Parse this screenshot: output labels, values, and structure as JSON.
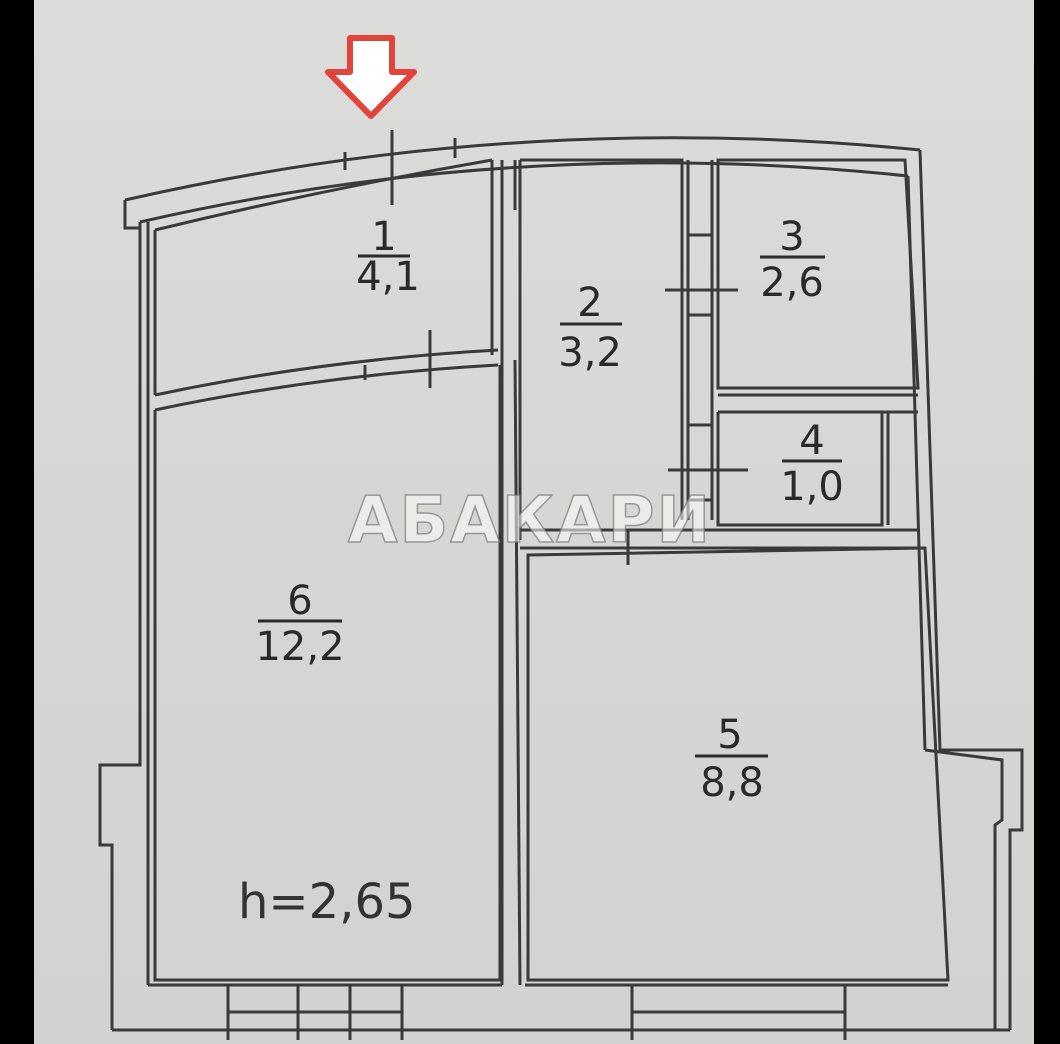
{
  "rooms": [
    {
      "number": "1",
      "area": "4,1"
    },
    {
      "number": "2",
      "area": "3,2"
    },
    {
      "number": "3",
      "area": "2,6"
    },
    {
      "number": "4",
      "area": "1,0"
    },
    {
      "number": "5",
      "area": "8,8"
    },
    {
      "number": "6",
      "area": "12,2"
    }
  ],
  "ceiling_height": "h=2,65",
  "watermark": "АБАКАРИ",
  "colors": {
    "arrow": "#e0443a",
    "lines": "#3a3a3a",
    "paper": "#d8d8d6"
  },
  "icons": {
    "entrance": "down-arrow-icon"
  }
}
